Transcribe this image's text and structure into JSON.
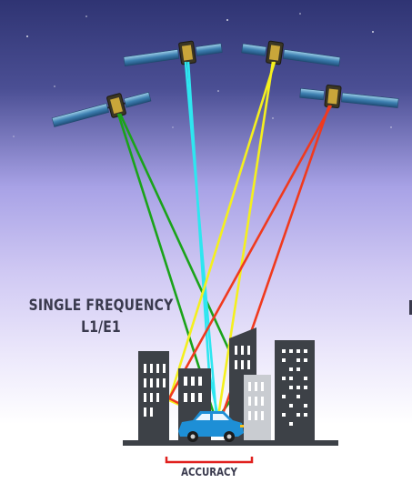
{
  "title": {
    "line1": "SINGLE FREQUENCY",
    "line2": "L1/E1"
  },
  "accuracy_label": "ACCURACY",
  "colors": {
    "sky_top": "#2b2f6e",
    "sky_mid": "#8e8ad8",
    "sky_bottom": "#ffffff",
    "building_dark": "#3d4147",
    "building_light": "#c9ccd1",
    "car": "#1e8fd6",
    "green": "#1aa31a",
    "cyan": "#2ee6f0",
    "yellow": "#f4f01e",
    "red": "#f03a1e",
    "accuracy_bar": "#e0201e"
  },
  "signals": [
    {
      "satellite": "satellite-1",
      "color": "green",
      "name": "green-signal"
    },
    {
      "satellite": "satellite-2",
      "color": "cyan",
      "name": "cyan-signal"
    },
    {
      "satellite": "satellite-3",
      "color": "yellow",
      "name": "yellow-signal"
    },
    {
      "satellite": "satellite-4",
      "color": "red",
      "name": "red-signal"
    }
  ]
}
